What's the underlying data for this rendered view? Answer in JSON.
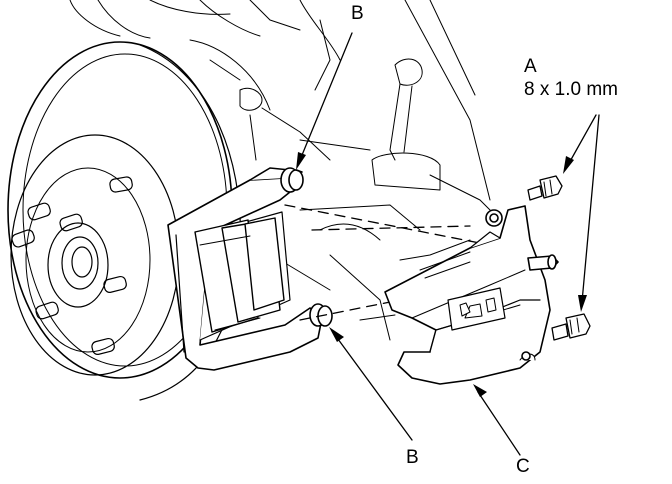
{
  "callouts": {
    "b_top": "B",
    "b_bottom": "B",
    "a": "A",
    "bolt_spec": "8 x 1.0 mm",
    "c": "C"
  },
  "colors": {
    "line": "#000000",
    "background": "#ffffff"
  }
}
